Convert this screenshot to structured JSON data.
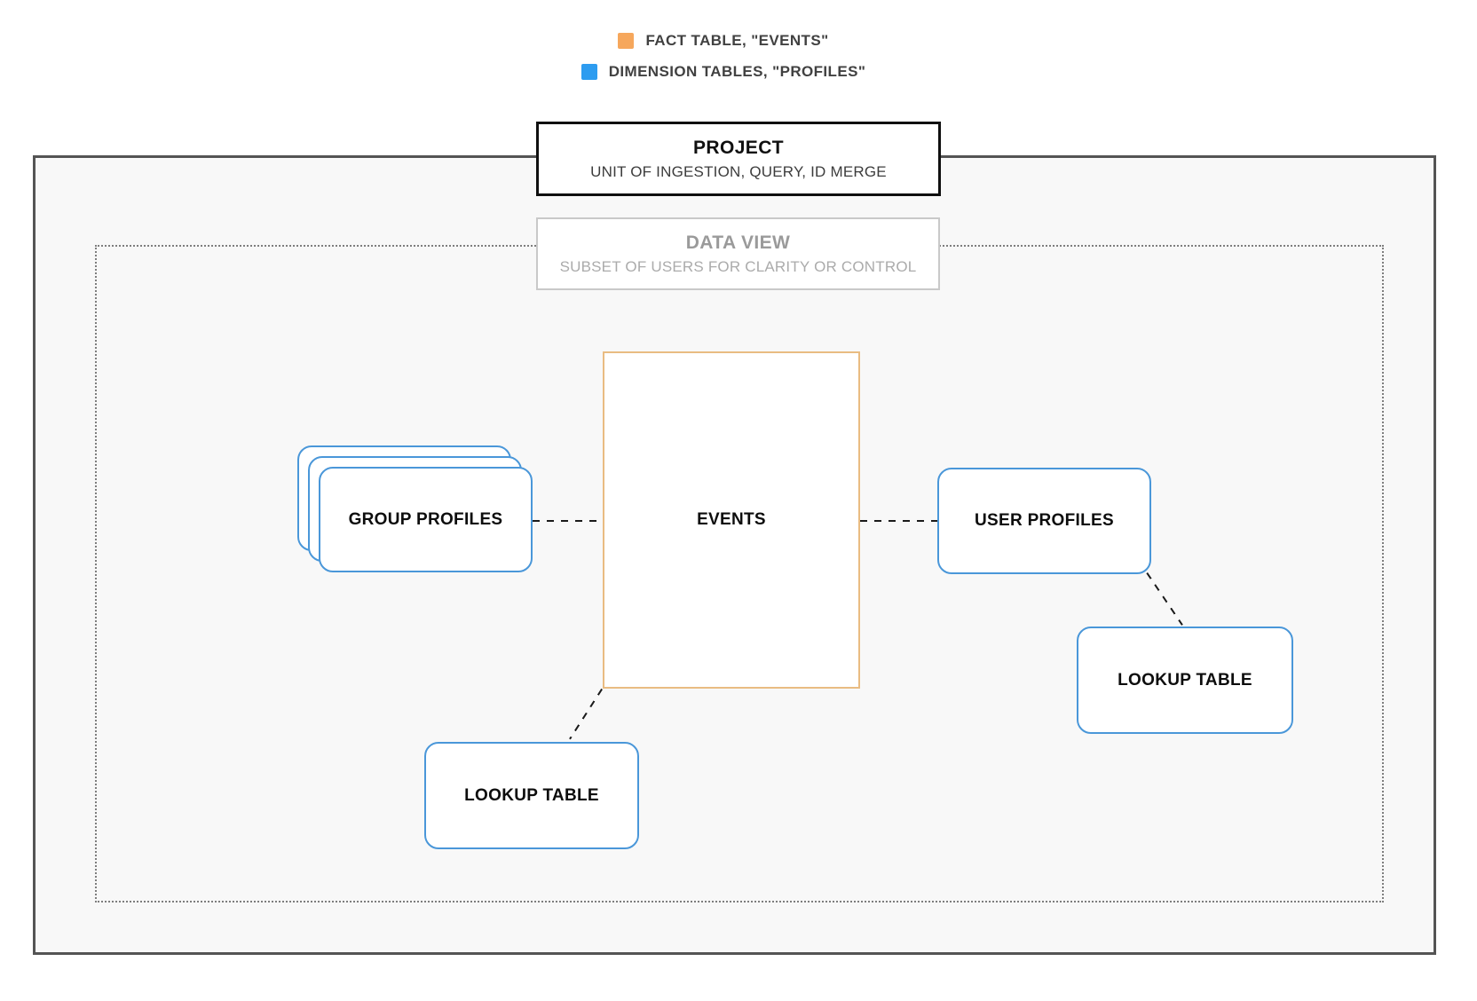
{
  "legend": {
    "items": [
      {
        "id": "fact-table",
        "label": "FACT TABLE, \"EVENTS\"",
        "swatch_color": "#f6a75c"
      },
      {
        "id": "dimension-tables",
        "label": "DIMENSION TABLES, \"PROFILES\"",
        "swatch_color": "#2d9cf0"
      }
    ]
  },
  "containers": {
    "project": {
      "title": "PROJECT",
      "subtitle": "UNIT OF INGESTION, QUERY, ID MERGE"
    },
    "data_view": {
      "title": "DATA VIEW",
      "subtitle": "SUBSET OF USERS FOR CLARITY OR CONTROL"
    }
  },
  "nodes": {
    "events": {
      "label": "EVENTS",
      "type": "fact"
    },
    "group_profiles": {
      "label": "GROUP PROFILES",
      "type": "dimension",
      "stacked": true
    },
    "user_profiles": {
      "label": "USER PROFILES",
      "type": "dimension"
    },
    "lookup_table_bottom": {
      "label": "LOOKUP TABLE",
      "type": "dimension"
    },
    "lookup_table_right": {
      "label": "LOOKUP TABLE",
      "type": "dimension"
    }
  },
  "edges": [
    {
      "from": "group_profiles",
      "to": "events",
      "style": "dashed"
    },
    {
      "from": "events",
      "to": "user_profiles",
      "style": "dashed"
    },
    {
      "from": "user_profiles",
      "to": "lookup_table_right",
      "style": "dashed"
    },
    {
      "from": "events",
      "to": "lookup_table_bottom",
      "style": "dashed"
    }
  ],
  "colors": {
    "fact_accent": "#f6a75c",
    "dimension_accent": "#2d9cf0",
    "fact_node_border": "#e9bc82",
    "dimension_node_border": "#4a97d9",
    "outer_frame_border": "#545454",
    "inner_dotted_border": "#7e7e7e"
  }
}
